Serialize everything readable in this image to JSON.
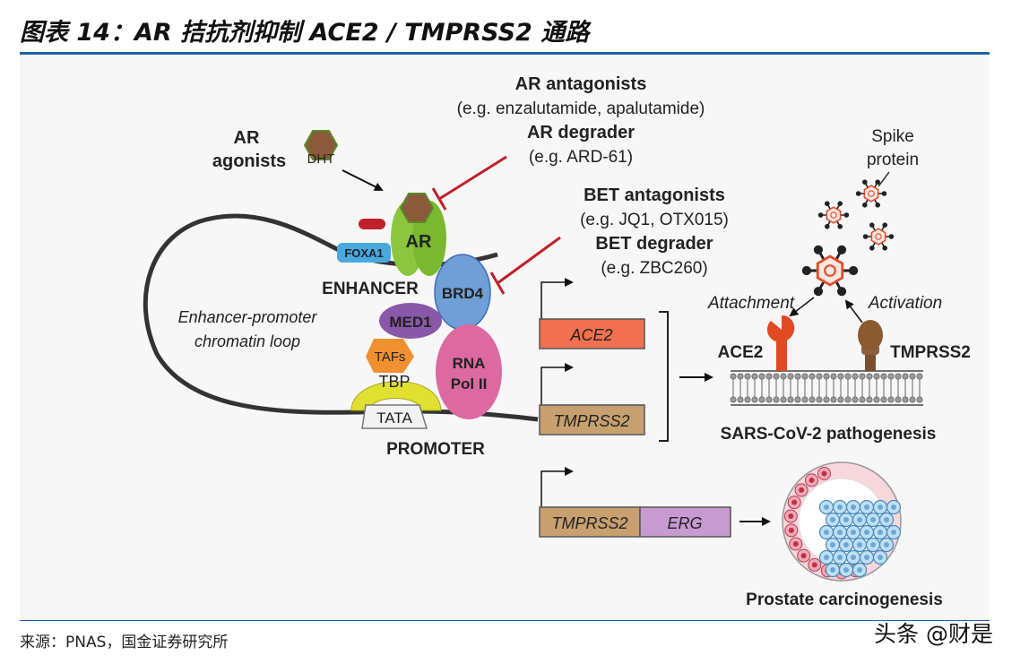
{
  "header": {
    "title": "图表 14：AR 拮抗剂抑制 ACE2 / TMPRSS2 通路"
  },
  "footer": {
    "source": "来源：PNAS，国金证券研究所",
    "watermark": "头条 @财是"
  },
  "diagram": {
    "ar_agonists": [
      "AR",
      "agonists"
    ],
    "dht": "DHT",
    "ar_antagonists": {
      "title": "AR antagonists",
      "examples": "(e.g. enzalutamide, apalutamide)"
    },
    "ar_degrader": {
      "title": "AR degrader",
      "examples": "(e.g. ARD-61)"
    },
    "bet_antagonists": {
      "title": "BET antagonists",
      "examples": "(e.g. JQ1, OTX015)"
    },
    "bet_degrader": {
      "title": "BET degrader",
      "examples": "(e.g. ZBC260)"
    },
    "spike_protein": [
      "Spike",
      "protein"
    ],
    "attachment": "Attachment",
    "activation": "Activation",
    "ar": "AR",
    "foxa1": "FOXA1",
    "enhancer": "ENHANCER",
    "brd4": "BRD4",
    "loop_label": [
      "Enhancer-promoter",
      "chromatin loop"
    ],
    "med1": "MED1",
    "tafs": "TAFs",
    "tbp": "TBP",
    "tata": "TATA",
    "rna_pol": [
      "RNA",
      "Pol II"
    ],
    "promoter": "PROMOTER",
    "ace2_gene": "ACE2",
    "tmprss2_gene": "TMPRSS2",
    "ace2_receptor": "ACE2",
    "tmprss2_receptor": "TMPRSS2",
    "sars_label": "SARS-CoV-2 pathogenesis",
    "fusion_tmprss2": "TMPRSS2",
    "fusion_erg": "ERG",
    "prostate_label": "Prostate carcinogenesis",
    "colors": {
      "header_rule": "#1f5fa8",
      "ace2_gene": "#f07050",
      "tmprss2_gene": "#c8a070",
      "erg_gene": "#c89ad2",
      "inhibitor": "#c0202a",
      "ar": "#8cc63f",
      "brd4": "#6f9fd6",
      "med1": "#8a58a8",
      "rna_pol": "#dc6aa0",
      "tbp": "#e0e030",
      "tafs": "#f09030"
    }
  }
}
